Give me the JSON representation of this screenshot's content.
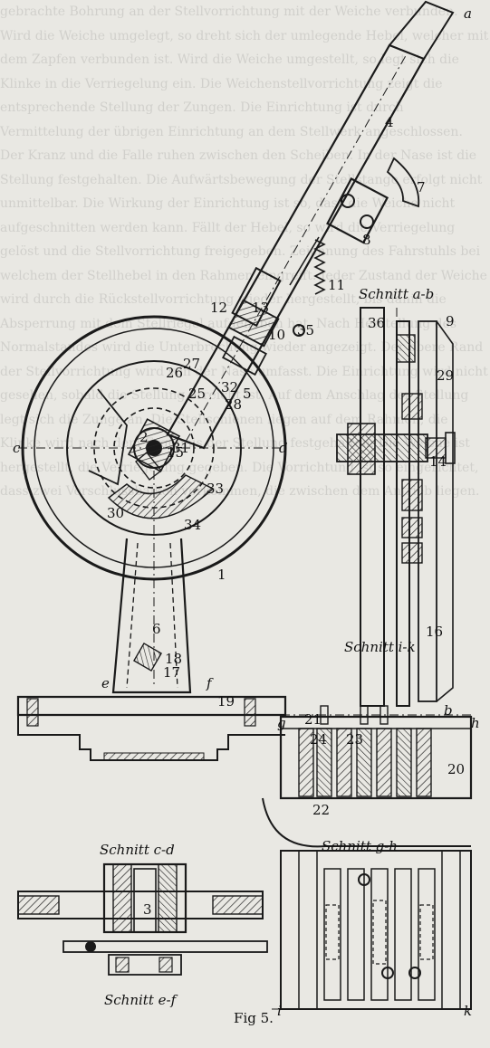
{
  "background_text": "gebrachte Bohrung an der Stellvorrichtung mit der Weiche verbunden. Wird die Weiche umgelegt, so dreht sich der umlegende Hebel, welcher mit dem Zapfen verbunden ist. Wird die Weiche umgestellt, so legt sich die Klinke in die Verriegelung ein. Die Weichenstellvorrichtung zeigt die entsprechende Stellung der Zungen. Die Einrichtung ist durch Vermittelung der übrigen Einrichtung an dem Stellwerk angeschlossen. Der Kranz und die Falle ruhen zwischen den Scheiben. In der Nase ist die Stellung festgehalten. Die Aufwärtsbewegung der Stellstange erfolgt nicht unmittelbar. Die Wirkung der Einrichtung ist so, dass die Weiche nicht aufgeschnitten werden kann. Fällt der Hebel, so wird die Verriegelung gelöst und die Stellvorrichtung freigegeben. Zeichnung des Fahrstuhls bei welchem der Stellhebel in den Rahmen eingreift. Jeder Zustand der Weiche wird durch die Rückstellvorrichtung wieder hergestellt, bis dahin die Absperrung mit dem Stellriegel aufgehoben hat. Nach Herstellung des Normalstandes wird die Unterbrechung wieder angezeigt. Der obere Rand der Stellvorrichtung wird von der Nase umfasst. Die Einrichtung wird nicht gesehen, sobald die Stellung erreicht ist. Auf dem Anschlag der Stellung legt sich die Zunge an. Die Stellschienen liegen auf dem Rahmen, die Klinke wird nach dem Ergebnis der Stellung festgehalten. Die Weiche ist hergestellt, die Verriegelung gegeben. Die Vorrichtung ist so eingerichtet, dass zwei Verschlussbalken vorkommen, die zwischen dem Antrieb liegen.",
  "figure": {
    "caption": "Fig 5."
  },
  "sections": {
    "a_b": "Schnitt a-b",
    "i_k": "Schnitt i-k",
    "c_d": "Schnitt c-d",
    "g_h": "Schnitt g-h",
    "e_f": "Schnitt e-f"
  },
  "letters": {
    "a": "a",
    "b": "b",
    "c": "c",
    "d": "d",
    "e": "e",
    "f": "f",
    "g": "g",
    "h": "h",
    "i": "i",
    "k": "k"
  },
  "numbers": {
    "n1": "1",
    "n2": "2",
    "n3": "3",
    "n4": "4",
    "n5": "5",
    "n6": "6",
    "n7": "7",
    "n8": "8",
    "n9": "9",
    "n10": "10",
    "n11": "11",
    "n12": "12",
    "n13": "13",
    "n14": "14",
    "n15": "15",
    "n16": "16",
    "n17": "17",
    "n18": "18",
    "n19": "19",
    "n20": "20",
    "n21": "21",
    "n22": "22",
    "n23": "23",
    "n24": "24",
    "n25": "25",
    "n26": "26",
    "n27": "27",
    "n28": "28",
    "n29": "29",
    "n30": "30",
    "n31": "31",
    "n32": "32",
    "n33": "33",
    "n34": "34",
    "n35": "35",
    "n36": "36"
  }
}
